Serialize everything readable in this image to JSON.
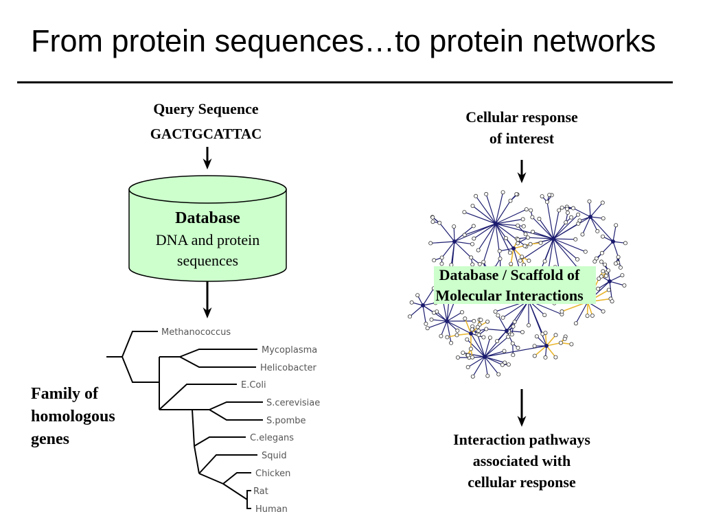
{
  "slide": {
    "title": "From protein sequences…to protein networks"
  },
  "sequence_panel": {
    "query_heading": "Query Sequence",
    "query_sequence": "GACTGCATTAC",
    "database": {
      "title": "Database",
      "line1": "DNA and protein",
      "line2": "sequences",
      "fill_color": "#ccffcc"
    },
    "tree_taxa": [
      "Methanococcus",
      "Mycoplasma",
      "Helicobacter",
      "E.Coli",
      "S.cerevisiae",
      "S.pombe",
      "C.elegans",
      "Squid",
      "Chicken",
      "Rat",
      "Human"
    ],
    "family_label": [
      "Family of",
      "homologous",
      "genes"
    ]
  },
  "network_panel": {
    "input_label": [
      "Cellular response",
      "of interest"
    ],
    "network": {
      "label": [
        "Database / Scaffold of",
        "Molecular Interactions"
      ],
      "label_fill_color": "#ccffcc",
      "edge_color": "#1b1b6f",
      "highlight_edge_color": "#e8b52e",
      "node_fill_color": "#ffffff"
    },
    "output_label": [
      "Interaction pathways",
      "associated with",
      "cellular response"
    ]
  }
}
